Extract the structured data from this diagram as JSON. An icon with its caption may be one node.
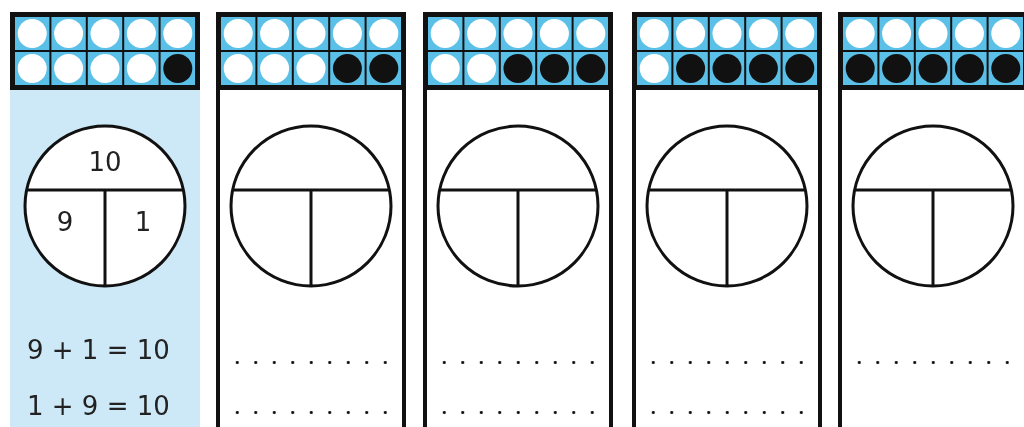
{
  "diagram": {
    "nodes": [
      {
        "text": [
          "10",
          "9",
          "1"
        ]
      },
      {
        "text": [],
        "shape": "circle"
      },
      {
        "text": [],
        "shape": "circle"
      },
      {
        "text": [],
        "shape": "circle"
      },
      {
        "text": [],
        "shape": "circle"
      }
    ],
    "labels": [
      "9 + 1 = 10",
      "1 + 9 = 10"
    ]
  }
}
